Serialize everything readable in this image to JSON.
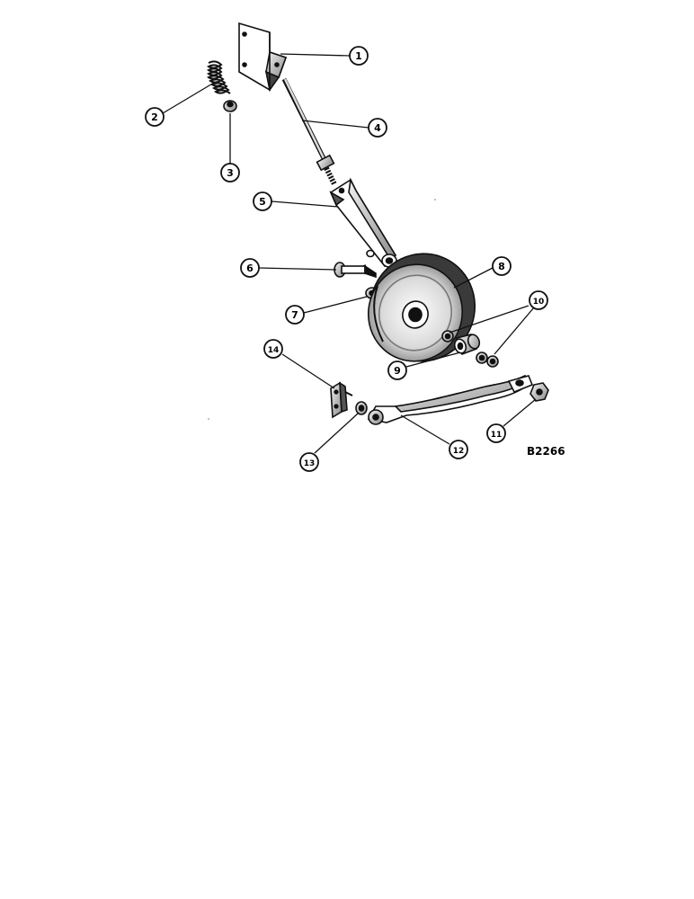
{
  "figure": {
    "reference_code": "B2266",
    "ink_color": "#111111",
    "paper_color": "#ffffff"
  },
  "callouts": [
    {
      "id": "1",
      "label": "1",
      "part": "bracket"
    },
    {
      "id": "2",
      "label": "2",
      "part": "spring"
    },
    {
      "id": "3",
      "label": "3",
      "part": "spring-cap"
    },
    {
      "id": "4",
      "label": "4",
      "part": "rod"
    },
    {
      "id": "5",
      "label": "5",
      "part": "arm"
    },
    {
      "id": "6",
      "label": "6",
      "part": "bolt"
    },
    {
      "id": "7",
      "label": "7",
      "part": "washer"
    },
    {
      "id": "8",
      "label": "8",
      "part": "pulley"
    },
    {
      "id": "9",
      "label": "9",
      "part": "spacer"
    },
    {
      "id": "10",
      "label": "10",
      "part": "washers"
    },
    {
      "id": "11",
      "label": "11",
      "part": "nut"
    },
    {
      "id": "12",
      "label": "12",
      "part": "lever"
    },
    {
      "id": "13",
      "label": "13",
      "part": "washer"
    },
    {
      "id": "14",
      "label": "14",
      "part": "plate"
    }
  ]
}
